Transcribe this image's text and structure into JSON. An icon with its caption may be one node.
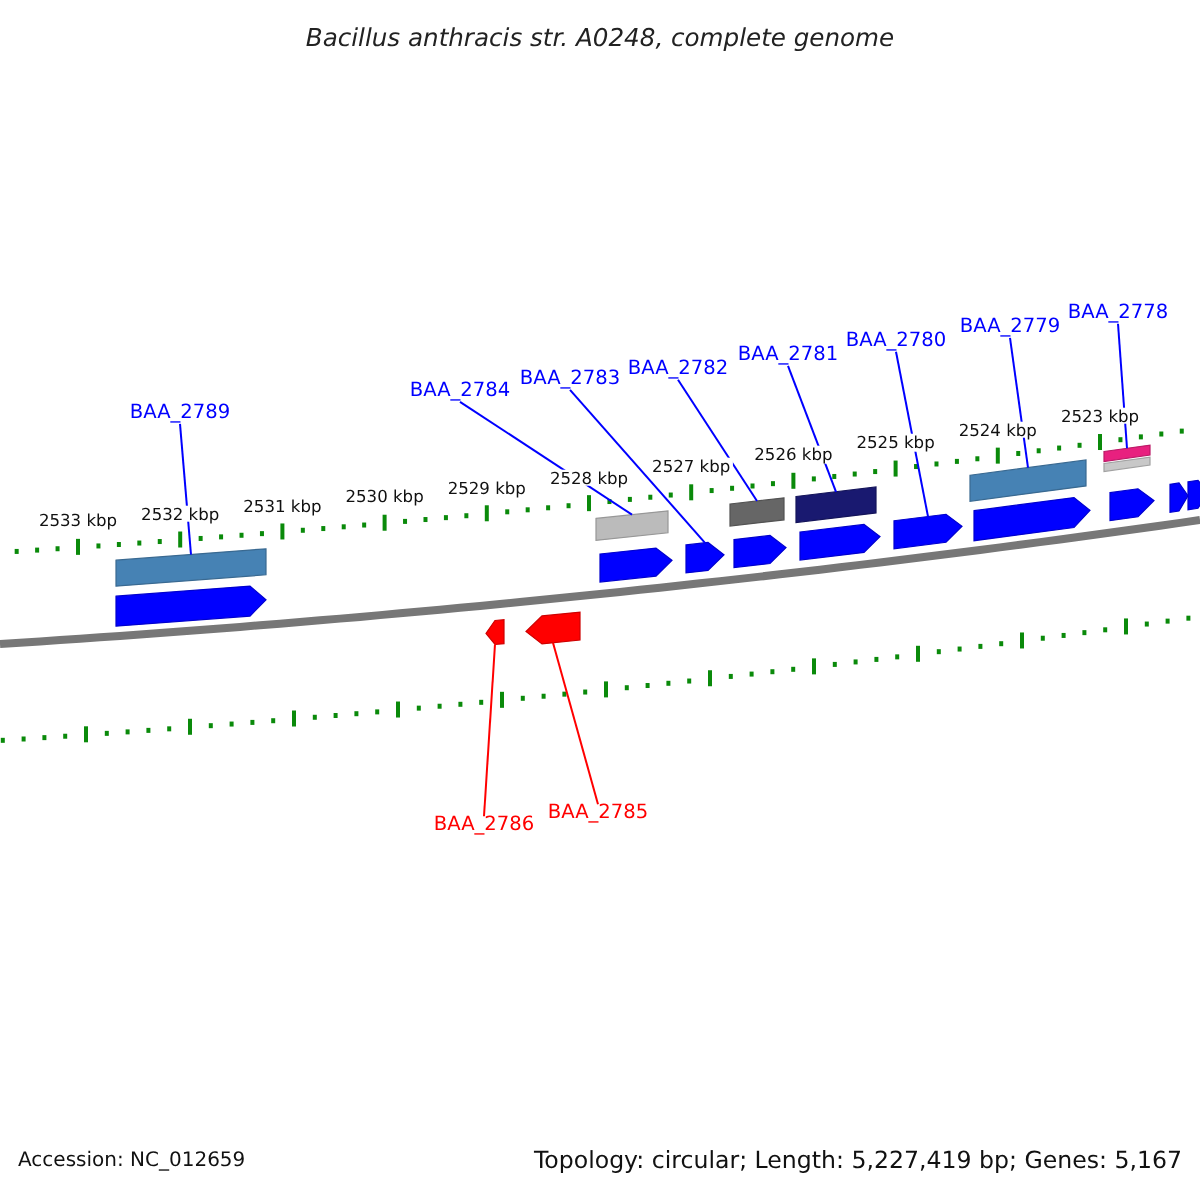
{
  "diagram": {
    "title": "Bacillus anthracis str. A0248, complete genome",
    "nodes": [
      {
        "text": [
          "BAA_2789"
        ]
      },
      {
        "text": [
          "BAA_2784"
        ]
      },
      {
        "text": [
          "BAA_2783"
        ]
      },
      {
        "text": [
          "BAA_2782"
        ]
      },
      {
        "text": [
          "BAA_2781"
        ]
      },
      {
        "text": [
          "BAA_2780"
        ]
      },
      {
        "text": [
          "BAA_2779"
        ]
      },
      {
        "text": [
          "BAA_2778"
        ]
      },
      {
        "text": [
          "BAA_2786"
        ]
      },
      {
        "text": [
          "BAA_2785"
        ]
      },
      {
        "text": [],
        "shape": "bar"
      },
      {
        "text": [],
        "shape": "pentagon"
      },
      {
        "text": [],
        "shape": "pentagon"
      },
      {
        "text": [],
        "shape": "pentagon"
      },
      {
        "text": [],
        "shape": "bar"
      },
      {
        "text": [],
        "shape": "pentagon"
      },
      {
        "text": [],
        "shape": "pentagon"
      },
      {
        "text": [],
        "shape": "bar"
      },
      {
        "text": [],
        "shape": "pentagon"
      },
      {
        "text": [],
        "shape": "bar"
      },
      {
        "text": [],
        "shape": "pentagon"
      },
      {
        "text": [],
        "shape": "pentagon"
      },
      {
        "text": [],
        "shape": "bar"
      },
      {
        "text": [],
        "shape": "pentagon"
      },
      {
        "text": [],
        "shape": "bar"
      },
      {
        "text": [],
        "shape": "bar"
      },
      {
        "text": [],
        "shape": "pentagon"
      },
      {
        "text": [],
        "shape": "pentagon"
      },
      {
        "text": [],
        "shape": "pentagon"
      }
    ],
    "edges": [
      {
        "from": 0,
        "to": 10,
        "arrow": "none"
      },
      {
        "from": 1,
        "to": 14,
        "arrow": "none"
      },
      {
        "from": 2,
        "to": 16,
        "arrow": "none"
      },
      {
        "from": 3,
        "to": 17,
        "arrow": "none"
      },
      {
        "from": 4,
        "to": 19,
        "arrow": "none"
      },
      {
        "from": 5,
        "to": 21,
        "arrow": "none"
      },
      {
        "from": 6,
        "to": 22,
        "arrow": "none"
      },
      {
        "from": 7,
        "to": 24,
        "arrow": "none"
      },
      {
        "from": 8,
        "to": 12,
        "arrow": "none",
        "color": "#ff0000"
      },
      {
        "from": 9,
        "to": 13,
        "arrow": "none",
        "color": "#ff0000"
      }
    ],
    "labels": [
      "2533 kbp",
      "2532 kbp",
      "2531 kbp",
      "2530 kbp",
      "2529 kbp",
      "2528 kbp",
      "2527 kbp",
      "2526 kbp",
      "2525 kbp",
      "2524 kbp",
      "2523 kbp",
      "Accession: NC_012659",
      "Topology: circular; Length: 5,227,419 bp; Genes: 5,167"
    ]
  }
}
